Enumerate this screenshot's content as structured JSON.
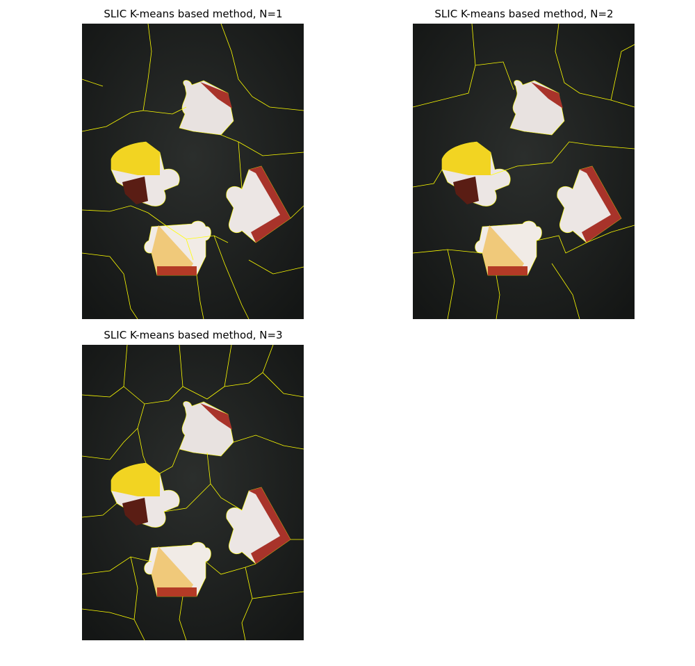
{
  "figure": {
    "panels": [
      {
        "title": "SLIC K-means based method, N=1"
      },
      {
        "title": "SLIC K-means based method, N=2"
      },
      {
        "title": "SLIC K-means based method, N=3"
      }
    ]
  },
  "colors": {
    "background_photo": "#1b1d1c",
    "boundary": "#ffff00",
    "piece_white": "#ece6e4",
    "piece_red": "#a8332a",
    "piece_yellow": "#f2d422",
    "piece_brown": "#5a1d14"
  }
}
